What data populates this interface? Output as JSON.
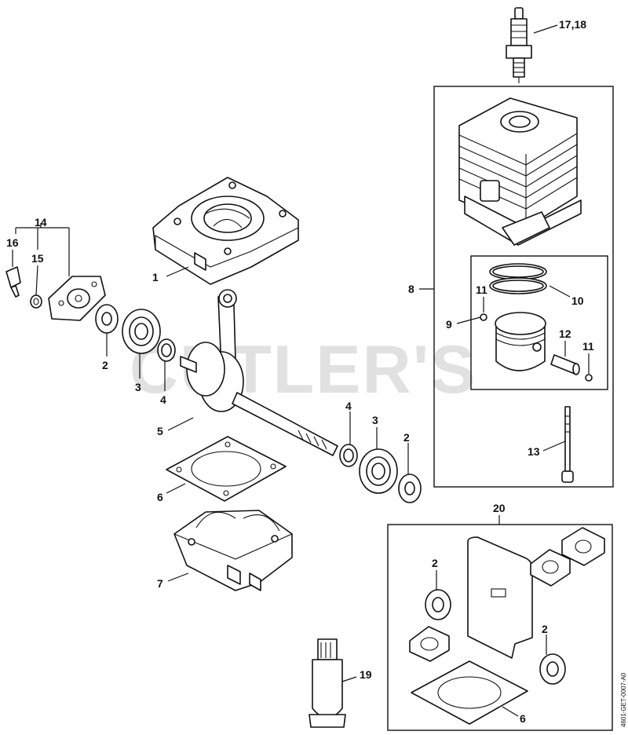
{
  "watermark": "CUTLER'S",
  "drawing_code": "4601-GET-0007-A0",
  "callouts": {
    "c1": "1",
    "c2a": "2",
    "c2b": "2",
    "c2c": "2",
    "c2d": "2",
    "c3a": "3",
    "c3b": "3",
    "c4a": "4",
    "c4b": "4",
    "c5": "5",
    "c6a": "6",
    "c6b": "6",
    "c7": "7",
    "c8": "8",
    "c9": "9",
    "c10": "10",
    "c11a": "11",
    "c11b": "11",
    "c12": "12",
    "c13": "13",
    "c14": "14",
    "c15": "15",
    "c16": "16",
    "c17_18": "17,18",
    "c19": "19",
    "c20": "20"
  }
}
